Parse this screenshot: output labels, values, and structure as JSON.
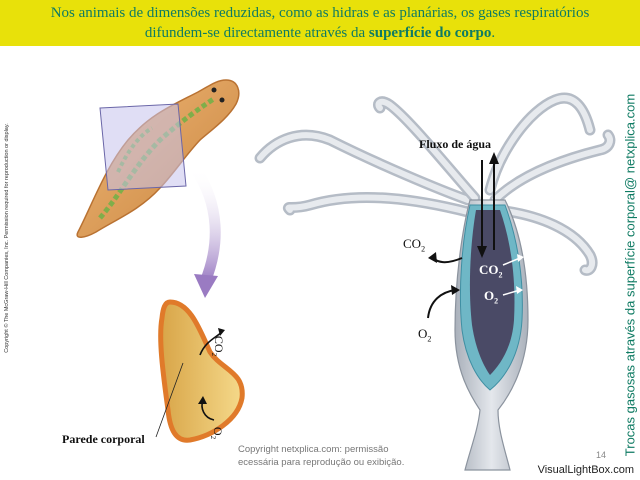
{
  "banner": {
    "line1": "Nos animais de dimensões reduzidas, como as hidras e as planárias, os gases respiratórios",
    "line2_start": "difundem-se directamente através da ",
    "line2_bold": "superfície do corpo",
    "line2_end": "."
  },
  "side_title": "Trocas gasosas através da superfície corporal@ netxplica.com",
  "copyright_vertical": "Copyright © The McGraw-Hill Companies, Inc. Permission required for reproduction or display.",
  "labels": {
    "fluxo": "Fluxo de água",
    "parede": "Parede corporal",
    "co2": "CO",
    "o2": "O",
    "sub2": "2"
  },
  "caption": {
    "line1": "Copyright netxplica.com: permissão",
    "line2": "ecessária para reprodução ou exibição."
  },
  "page_number": "14",
  "watermark": "VisualLightBox.com",
  "colors": {
    "banner_bg": "#e8e10a",
    "banner_text": "#0f7b63",
    "planarian": "#e0a262",
    "hydra": "#c9ced6",
    "arrow_purple": "#9a7bc2"
  }
}
